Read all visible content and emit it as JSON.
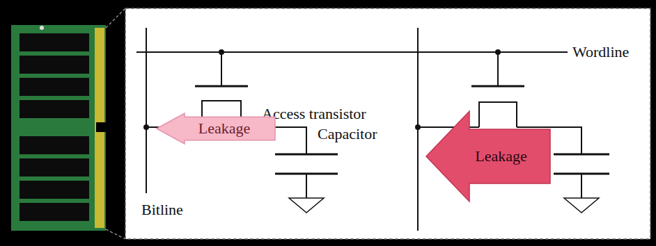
{
  "diagram": {
    "nodes": [
      {
        "text": [
          "Leakage"
        ]
      },
      {
        "text": [
          "Leakage"
        ]
      }
    ],
    "labels": [
      "Wordline",
      "Access transistor",
      "Capacitor",
      "Bitline"
    ]
  }
}
